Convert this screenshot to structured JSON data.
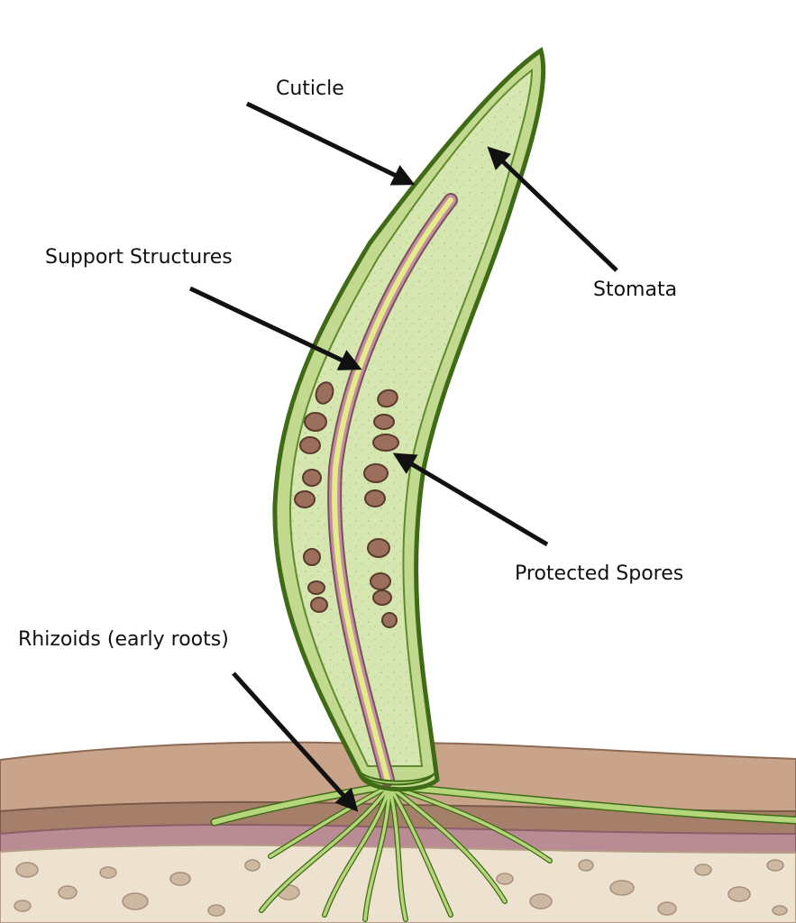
{
  "labels": {
    "cuticle": "Cuticle",
    "stomata": "Stomata",
    "support_structures": "Support Structures",
    "protected_spores": "Protected Spores",
    "rhizoids": "Rhizoids (early roots)"
  },
  "colors": {
    "plant_fill": "#c2d990",
    "plant_outline": "#3f6b16",
    "inner_tissue": "#d5e6b0",
    "vascular_pink": "#c48fa0",
    "vascular_yellow": "#e4ec8a",
    "spore": "#9b6f5c",
    "topsoil": "#c9a48a",
    "soil_band": "#a67f6a",
    "subsoil": "#ede1d0",
    "pebble": "#cdb9a2",
    "rhizoid": "#b5d67a",
    "arrow": "#111111"
  }
}
